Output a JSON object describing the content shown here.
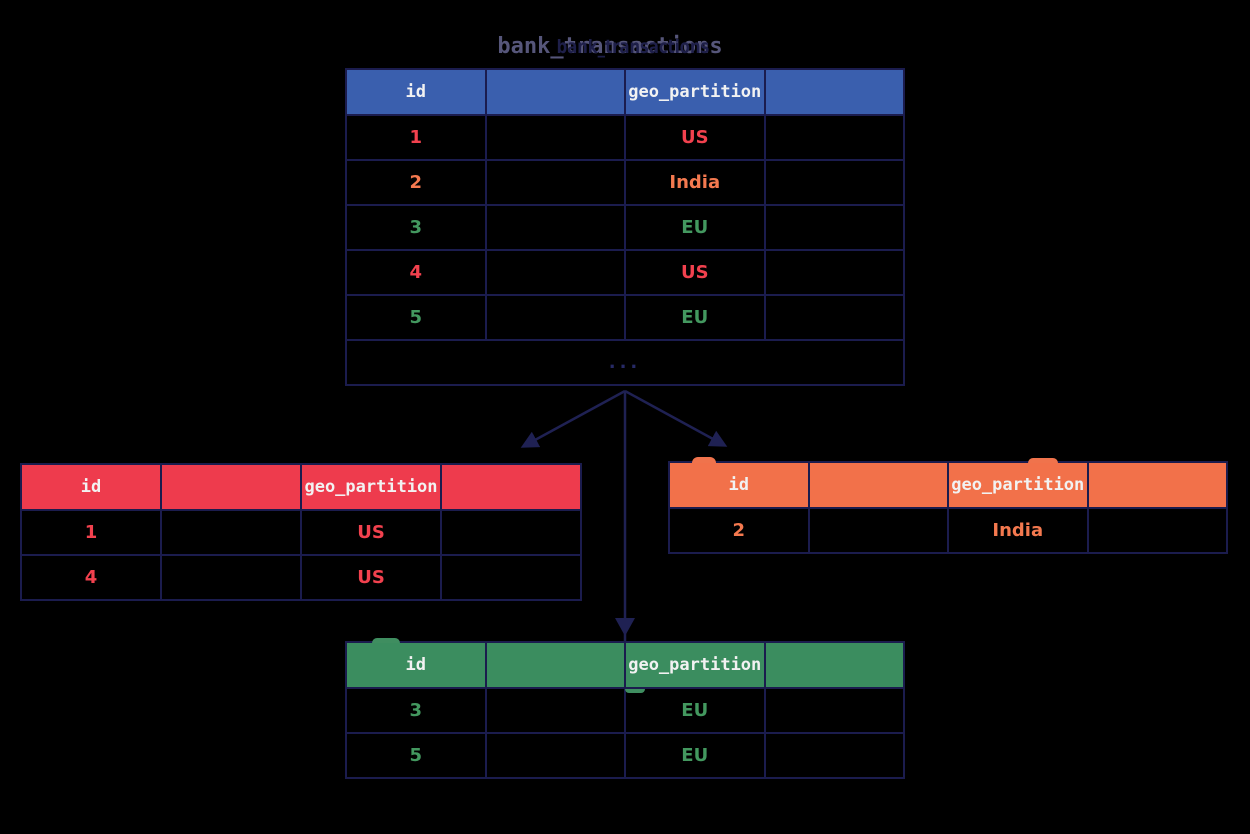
{
  "title": {
    "text": "bank_transactions"
  },
  "colors": {
    "background": "#000000",
    "border_navy": "#1b1c4e",
    "arrow_navy": "#1f2153",
    "header_blue": "#3a5fae",
    "partition_red": "#ee3b4d",
    "partition_orange": "#f2714a",
    "partition_green": "#3b8d5f",
    "value_red": "#f2414e",
    "value_orange": "#f4794f",
    "value_green": "#43985f",
    "header_text": "#f2f2f2",
    "ellipsis_navy": "#272a66",
    "title_light": "#56567a",
    "title_dark": "#1e1f49"
  },
  "main_table": {
    "columns": [
      "id",
      "",
      "geo_partition",
      ""
    ],
    "rows": [
      [
        "1",
        "",
        "US",
        ""
      ],
      [
        "2",
        "",
        "India",
        ""
      ],
      [
        "3",
        "",
        "EU",
        ""
      ],
      [
        "4",
        "",
        "US",
        ""
      ],
      [
        "5",
        "",
        "EU",
        ""
      ]
    ],
    "ellipsis": "..."
  },
  "partition_us": {
    "columns": [
      "id",
      "",
      "geo_partition",
      ""
    ],
    "rows": [
      [
        "1",
        "",
        "US",
        ""
      ],
      [
        "4",
        "",
        "US",
        ""
      ]
    ]
  },
  "partition_india": {
    "columns": [
      "id",
      "",
      "geo_partition",
      ""
    ],
    "rows": [
      [
        "2",
        "",
        "India",
        ""
      ]
    ]
  },
  "partition_eu": {
    "columns": [
      "id",
      "",
      "geo_partition",
      ""
    ],
    "rows": [
      [
        "3",
        "",
        "EU",
        ""
      ],
      [
        "5",
        "",
        "EU",
        ""
      ]
    ]
  }
}
